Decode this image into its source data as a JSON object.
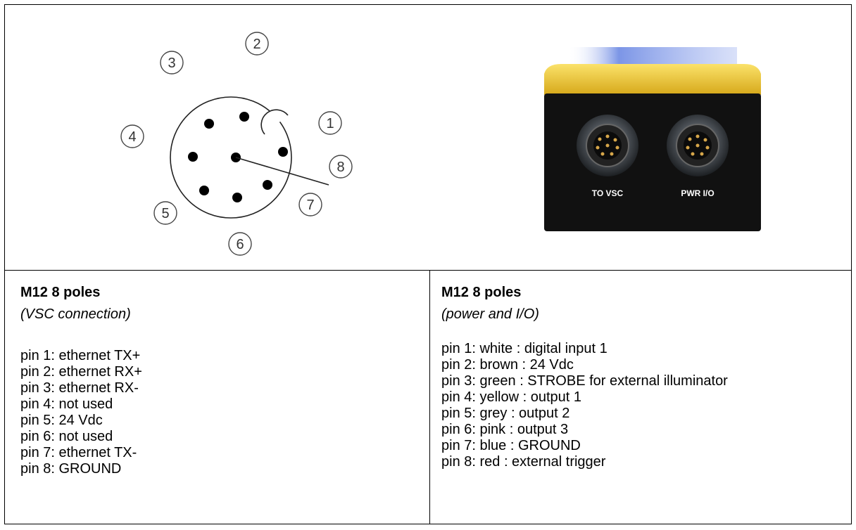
{
  "left": {
    "title": "M12 8 poles",
    "subtitle": "(VSC connection)",
    "pins": [
      "pin 1: ethernet TX+",
      "pin 2: ethernet RX+",
      "pin 3: ethernet RX-",
      "pin 4: not used",
      "pin 5: 24 Vdc",
      "pin 6: not used",
      "pin 7: ethernet TX-",
      "pin 8: GROUND"
    ]
  },
  "right": {
    "title": "M12 8 poles",
    "subtitle": "(power and I/O)",
    "pins": [
      "pin 1: white : digital input 1",
      "pin 2: brown : 24 Vdc",
      "pin 3: green : STROBE for external illuminator",
      "pin 4: yellow : output 1",
      "pin 5: grey : output 2",
      "pin 6: pink : output 3",
      "pin 7: blue : GROUND",
      "pin 8: red : external trigger"
    ]
  },
  "diagram": {
    "pin_numbers": [
      "1",
      "2",
      "3",
      "4",
      "5",
      "6",
      "7",
      "8"
    ]
  },
  "photo": {
    "left_port_label": "TO VSC",
    "right_port_label": "PWR I/O",
    "housing_color": "#f2c81e"
  }
}
